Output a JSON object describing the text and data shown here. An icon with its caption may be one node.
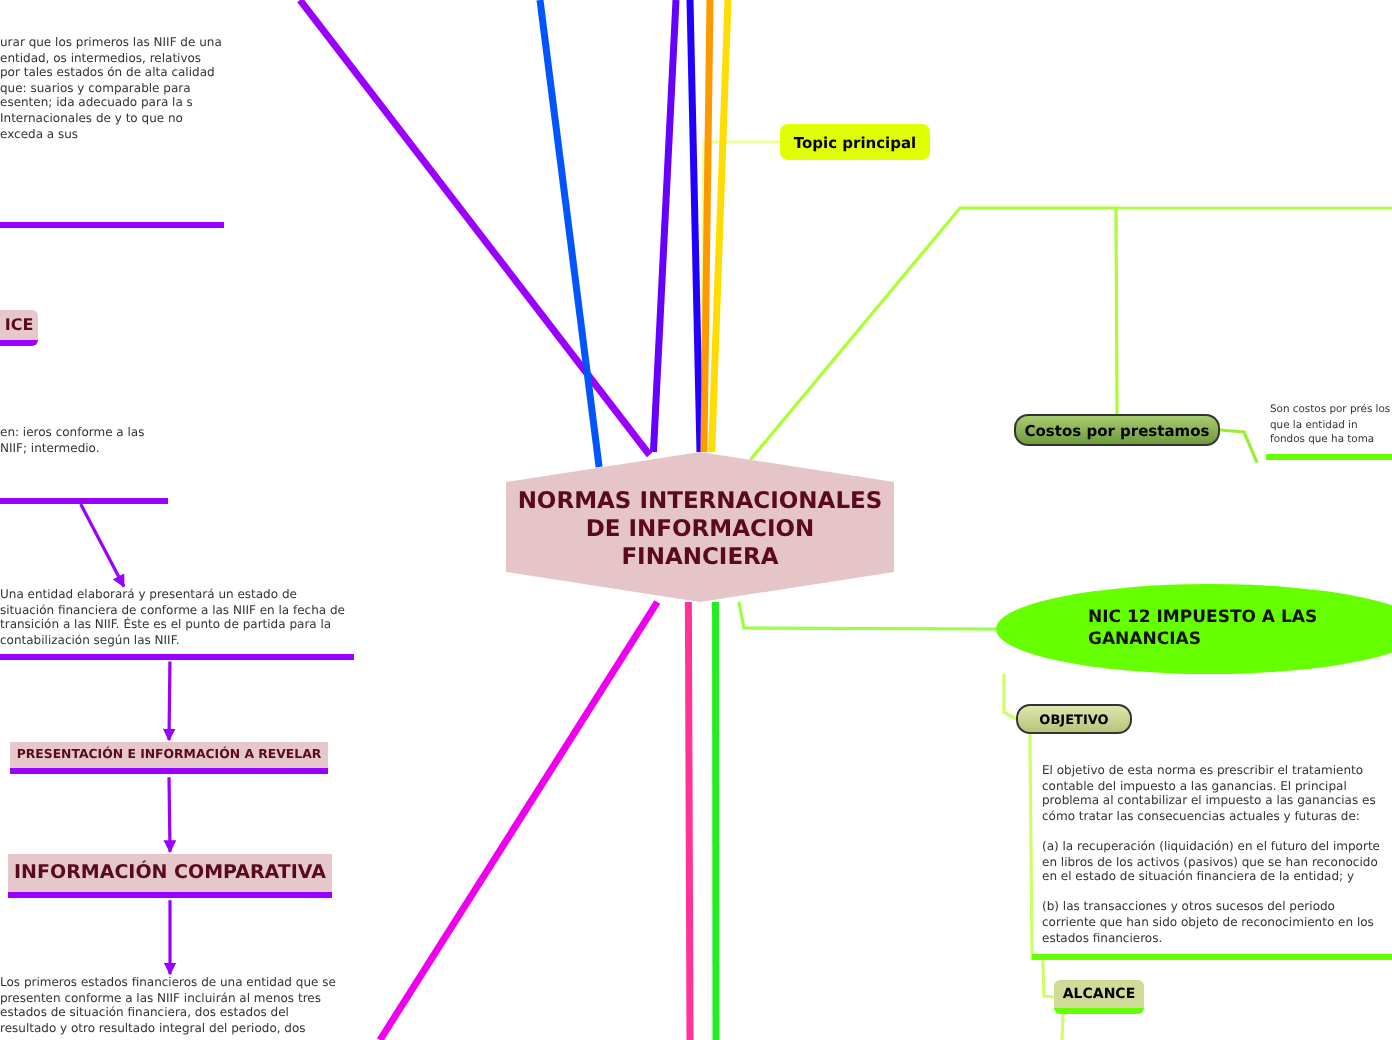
{
  "diagram": {
    "nodes": [
      {
        "text": [
          "NORMAS INTERNACIONALES DE INFORMACION FINANCIERA"
        ]
      },
      {
        "text": [
          "Topic principal"
        ]
      },
      {
        "text": [
          "Costos por prestamos"
        ]
      },
      {
        "text": [
          "Son costos por prés los que la entidad in fondos que ha toma"
        ]
      },
      {
        "text": [
          "NIC 12 IMPUESTO A LAS GANANCIAS"
        ]
      },
      {
        "text": [
          "OBJETIVO"
        ]
      },
      {
        "text": [
          "El objetivo de esta norma es prescribir el tratamiento contable del impuesto a las ganancias. El principal problema al contabilizar el impuesto a las ganancias es cómo tratar las consecuencias actuales y futuras de:",
          "(a) la recuperación (liquidación) en el futuro del importe en libros de los activos (pasivos) que se han reconocido en el estado de situación financiera de la entidad; y",
          "(b) las transacciones y otros sucesos del periodo corriente que han sido objeto de reconocimiento en los estados financieros."
        ]
      },
      {
        "text": [
          "ALCANCE"
        ]
      },
      {
        "text": [
          "urar que los primeros las NIIF de una entidad, os intermedios, relativos por tales estados ón de alta calidad que: suarios y comparable para esenten; ida adecuado para la s Internacionales de y to que no exceda a sus"
        ]
      },
      {
        "text": [
          "ICE"
        ]
      },
      {
        "text": [
          "en: ieros conforme a las NIIF; intermedio."
        ]
      },
      {
        "text": [
          "Una entidad elaborará y presentará un estado de situación financiera de conforme a las NIIF en la fecha de transición a las NIIF. Éste es el punto de partida para la contabilización según las NIIF."
        ]
      },
      {
        "text": [
          "PRESENTACIÓN E INFORMACIÓN A REVELAR"
        ]
      },
      {
        "text": [
          "INFORMACIÓN COMPARATIVA"
        ]
      },
      {
        "text": [
          "Los primeros estados financieros de una entidad que se presenten conforme a las NIIF incluirán al menos tres estados de situación financiera, dos estados del resultado y otro resultado integral del periodo, dos"
        ]
      }
    ],
    "edges": [
      {
        "from": 0,
        "to": 1,
        "arrow": "none",
        "color": "#eeff99"
      },
      {
        "from": 0,
        "to": 2,
        "arrow": "none",
        "color": "#aaff33"
      },
      {
        "from": 2,
        "to": 3,
        "arrow": "none",
        "color": "#99ee33"
      },
      {
        "from": 0,
        "to": 4,
        "arrow": "none",
        "color": "#99ff44"
      },
      {
        "from": 4,
        "to": 5,
        "arrow": "none",
        "color": "#ccff66"
      },
      {
        "from": 5,
        "to": 6,
        "arrow": "none",
        "color": "#ccff66"
      },
      {
        "from": 6,
        "to": 7,
        "arrow": "none",
        "color": "#ccff66"
      },
      {
        "from": 7,
        "to": null,
        "arrow": "none",
        "color": "#ccff66"
      },
      {
        "from": 10,
        "to": 11,
        "arrow": "to",
        "color": "#9900ff"
      },
      {
        "from": 11,
        "to": 12,
        "arrow": "to",
        "color": "#9900ff"
      },
      {
        "from": 12,
        "to": 13,
        "arrow": "to",
        "color": "#9900ff"
      },
      {
        "from": 13,
        "to": 14,
        "arrow": "to",
        "color": "#9900ff"
      },
      {
        "from": 0,
        "to": null,
        "arrow": "none",
        "style": "thick",
        "color": "#9900ff"
      },
      {
        "from": 0,
        "to": null,
        "arrow": "none",
        "style": "thick",
        "color": "#0055ff"
      },
      {
        "from": 0,
        "to": null,
        "arrow": "none",
        "style": "thick",
        "color": "#6600ff"
      },
      {
        "from": 0,
        "to": null,
        "arrow": "none",
        "style": "thick",
        "color": "#2200ff"
      },
      {
        "from": 0,
        "to": null,
        "arrow": "none",
        "style": "thick",
        "color": "#ff9900"
      },
      {
        "from": 0,
        "to": null,
        "arrow": "none",
        "style": "thick",
        "color": "#ffdd00"
      },
      {
        "from": 0,
        "to": null,
        "arrow": "none",
        "style": "thick",
        "color": "#ee00ee"
      },
      {
        "from": 0,
        "to": null,
        "arrow": "none",
        "style": "thick",
        "color": "#ff3399"
      },
      {
        "from": 0,
        "to": null,
        "arrow": "none",
        "style": "thick",
        "color": "#22ee22"
      }
    ]
  }
}
